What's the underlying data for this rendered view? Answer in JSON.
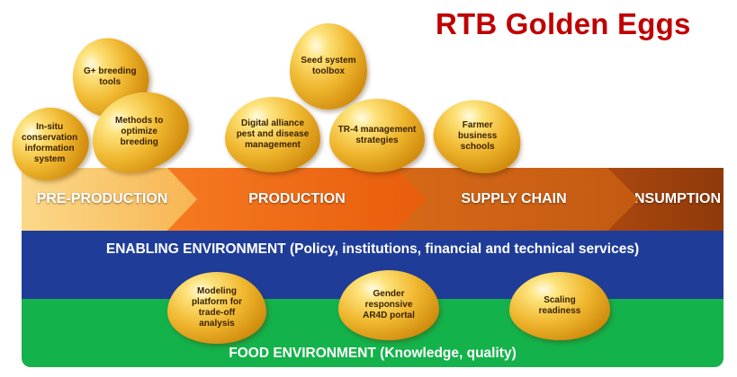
{
  "title": "RTB Golden Eggs",
  "value_chain": {
    "stages": [
      {
        "label": "PRE-PRODUCTION",
        "color": "#f7b552"
      },
      {
        "label": "PRODUCTION",
        "color": "#e85d0c"
      },
      {
        "label": "SUPPLY CHAIN",
        "color": "#c35a12"
      },
      {
        "label": "CONSUMPTION",
        "color": "#8f3a0a"
      }
    ]
  },
  "enabling_environment": {
    "label": "ENABLING ENVIRONMENT (Policy, institutions, financial and technical services)",
    "color": "#1f3d98"
  },
  "food_environment": {
    "label": "FOOD ENVIRONMENT (Knowledge, quality)",
    "color": "#14b24a"
  },
  "eggs": {
    "g_breeding_tools": "G+ breeding\ntools",
    "in_situ_conservation": "In-situ\nconservation\ninformation\nsystem",
    "methods_optimize_breeding": "Methods to\noptimize\nbreeding",
    "seed_system_toolbox": "Seed system\ntoolbox",
    "digital_alliance": "Digital alliance\npest and disease\nmanagement",
    "tr4_management": "TR-4 management\nstrategies",
    "farmer_business_schools": "Farmer\nbusiness\nschools",
    "modeling_platform": "Modeling\nplatform for\ntrade-off\nanalysis",
    "gender_responsive_portal": "Gender\nresponsive\nAR4D portal",
    "scaling_readiness": "Scaling\nreadiness"
  }
}
